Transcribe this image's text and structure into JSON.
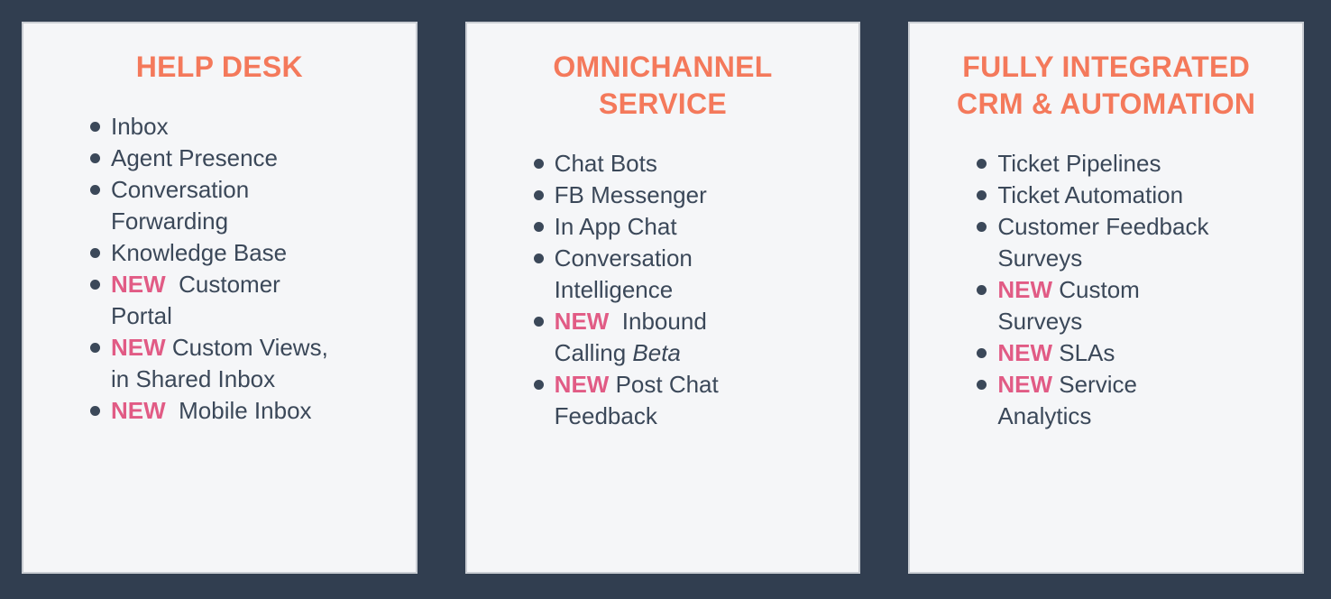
{
  "theme": {
    "page_bg": "#313E50",
    "card_bg": "#F5F6F8",
    "card_border": "#C9CDD3",
    "title_color": "#F4795B",
    "new_badge_color": "#E15B85",
    "text_color": "#3B4859"
  },
  "new_badge_label": "NEW",
  "cards": [
    {
      "id": "help-desk",
      "title": "HELP DESK",
      "items": [
        {
          "segments": [
            {
              "kind": "normal",
              "text": "Inbox"
            }
          ]
        },
        {
          "segments": [
            {
              "kind": "normal",
              "text": "Agent Presence"
            }
          ]
        },
        {
          "segments": [
            {
              "kind": "normal",
              "text": "Conversation\nForwarding"
            }
          ]
        },
        {
          "segments": [
            {
              "kind": "normal",
              "text": "Knowledge Base"
            }
          ]
        },
        {
          "segments": [
            {
              "kind": "new",
              "text": "NEW"
            },
            {
              "kind": "normal",
              "text": "  Customer\nPortal"
            }
          ]
        },
        {
          "segments": [
            {
              "kind": "new",
              "text": "NEW"
            },
            {
              "kind": "normal",
              "text": " Custom Views,\nin Shared Inbox"
            }
          ]
        },
        {
          "segments": [
            {
              "kind": "new",
              "text": "NEW"
            },
            {
              "kind": "normal",
              "text": "  Mobile Inbox"
            }
          ]
        }
      ]
    },
    {
      "id": "omnichannel-service",
      "title": "OMNICHANNEL\nSERVICE",
      "items": [
        {
          "segments": [
            {
              "kind": "normal",
              "text": "Chat Bots"
            }
          ]
        },
        {
          "segments": [
            {
              "kind": "normal",
              "text": "FB Messenger"
            }
          ]
        },
        {
          "segments": [
            {
              "kind": "normal",
              "text": "In App Chat"
            }
          ]
        },
        {
          "segments": [
            {
              "kind": "normal",
              "text": "Conversation\nIntelligence"
            }
          ]
        },
        {
          "segments": [
            {
              "kind": "new",
              "text": "NEW"
            },
            {
              "kind": "normal",
              "text": "  Inbound\nCalling "
            },
            {
              "kind": "italic",
              "text": "Beta"
            }
          ]
        },
        {
          "segments": [
            {
              "kind": "new",
              "text": "NEW"
            },
            {
              "kind": "normal",
              "text": " Post Chat\nFeedback"
            }
          ]
        }
      ]
    },
    {
      "id": "crm-automation",
      "title": "FULLY INTEGRATED\nCRM & AUTOMATION",
      "items": [
        {
          "segments": [
            {
              "kind": "normal",
              "text": "Ticket Pipelines"
            }
          ]
        },
        {
          "segments": [
            {
              "kind": "normal",
              "text": "Ticket Automation"
            }
          ]
        },
        {
          "segments": [
            {
              "kind": "normal",
              "text": "Customer Feedback\nSurveys"
            }
          ]
        },
        {
          "segments": [
            {
              "kind": "new",
              "text": "NEW"
            },
            {
              "kind": "normal",
              "text": " Custom\nSurveys"
            }
          ]
        },
        {
          "segments": [
            {
              "kind": "new",
              "text": "NEW"
            },
            {
              "kind": "normal",
              "text": " SLAs"
            }
          ]
        },
        {
          "segments": [
            {
              "kind": "new",
              "text": "NEW"
            },
            {
              "kind": "normal",
              "text": " Service\nAnalytics"
            }
          ]
        }
      ]
    }
  ]
}
